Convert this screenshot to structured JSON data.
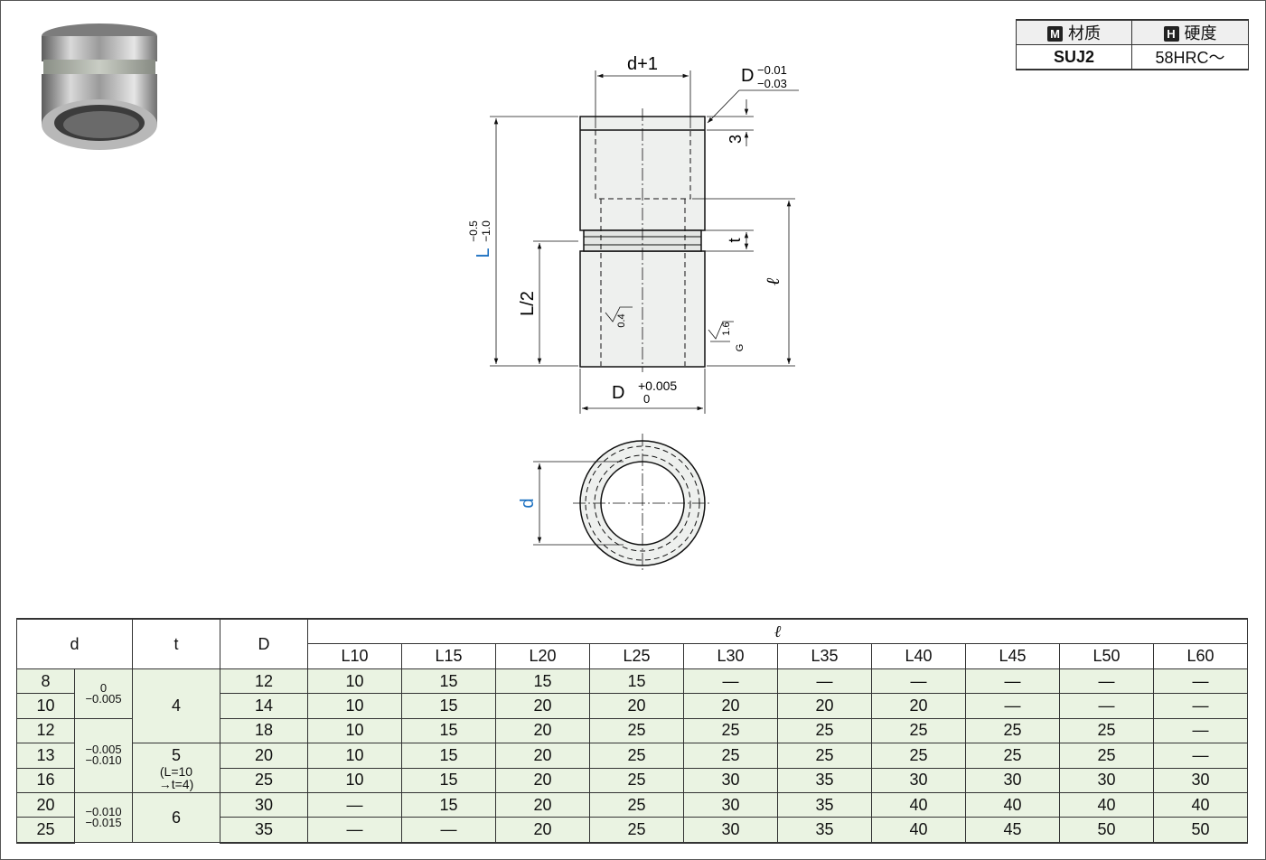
{
  "material_table": {
    "header": [
      {
        "icon": "M",
        "label": "材质"
      },
      {
        "icon": "H",
        "label": "硬度"
      }
    ],
    "values": [
      "SUJ2",
      "58HRC～"
    ]
  },
  "drawing": {
    "d_plus_1": "d+1",
    "D_main": "D",
    "D_tol_upper": "−0.01",
    "D_tol_lower": "−0.03",
    "dim_3": "3",
    "dim_t": "t",
    "dim_l": "ℓ",
    "L_main": "L",
    "L_tol_upper": "−0.5",
    "L_tol_lower": "−1.0",
    "half_L": "L/2",
    "rough_inner": "0.4",
    "rough_outer": "1.6",
    "rough_outer_g": "G",
    "D_bottom": "D",
    "D_bottom_upper": "+0.005",
    "D_bottom_lower": "0",
    "d_label": "d"
  },
  "table": {
    "headers": {
      "d": "d",
      "t": "t",
      "D": "D",
      "l": "ℓ",
      "L": [
        "L10",
        "L15",
        "L20",
        "L25",
        "L30",
        "L35",
        "L40",
        "L45",
        "L50",
        "L60"
      ]
    },
    "d_tolerances": [
      {
        "upper": "0",
        "lower": "−0.005"
      },
      {
        "upper": "−0.005",
        "lower": "−0.010"
      },
      {
        "upper": "−0.010",
        "lower": "−0.015"
      }
    ],
    "t_values": {
      "t1": "4",
      "t2": "5",
      "t2_note1": "(L=10",
      "t2_note2": "→t=4)",
      "t3": "6"
    },
    "rows": [
      {
        "d": "8",
        "D": "12",
        "values": [
          "10",
          "15",
          "15",
          "15",
          "—",
          "—",
          "—",
          "—",
          "—",
          "—"
        ]
      },
      {
        "d": "10",
        "D": "14",
        "values": [
          "10",
          "15",
          "20",
          "20",
          "20",
          "20",
          "20",
          "—",
          "—",
          "—"
        ]
      },
      {
        "d": "12",
        "D": "18",
        "values": [
          "10",
          "15",
          "20",
          "25",
          "25",
          "25",
          "25",
          "25",
          "25",
          "—"
        ]
      },
      {
        "d": "13",
        "D": "20",
        "values": [
          "10",
          "15",
          "20",
          "25",
          "25",
          "25",
          "25",
          "25",
          "25",
          "—"
        ]
      },
      {
        "d": "16",
        "D": "25",
        "values": [
          "10",
          "15",
          "20",
          "25",
          "30",
          "35",
          "30",
          "30",
          "30",
          "30"
        ]
      },
      {
        "d": "20",
        "D": "30",
        "values": [
          "—",
          "15",
          "20",
          "25",
          "30",
          "35",
          "40",
          "40",
          "40",
          "40"
        ]
      },
      {
        "d": "25",
        "D": "35",
        "values": [
          "—",
          "—",
          "20",
          "25",
          "30",
          "35",
          "40",
          "45",
          "50",
          "50"
        ]
      }
    ]
  }
}
